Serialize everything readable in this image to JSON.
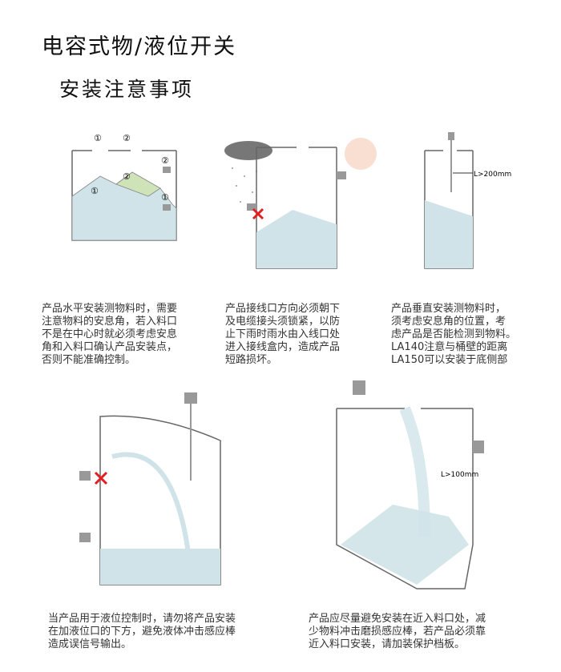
{
  "header": {
    "title": "电容式物/液位开关",
    "subtitle": "安装注意事项"
  },
  "figure1": {
    "marker_1": "①",
    "marker_2": "②",
    "caption": [
      "产品水平安装测物料时，需要",
      "注意物料的安息角，若入料口",
      "不是在中心时就必须考虑安息",
      "角和入料口确认产品安装点，",
      "否则不能准确控制。"
    ]
  },
  "figure2": {
    "caption": [
      "产品接线口方向必须朝下",
      "及电缆接头须锁紧，以防",
      "止下雨时雨水由入线口处",
      "进入接线盒内，造成产品",
      "短路损坏。"
    ]
  },
  "figure3": {
    "distance_label": "L>200mm",
    "caption": [
      "产品垂直安装测物料时，",
      "须考虑安息角的位置，考",
      "虑产品是否能检测到物料。",
      "LA140注意与桶壁的距离",
      "LA150可以安装于底侧部"
    ]
  },
  "figure4": {
    "caption": [
      "当产品用于液位控制时，请勿将产品安装",
      "在加液位口的下方，避免液体冲击感应棒",
      "造成误信号输出。"
    ]
  },
  "figure5": {
    "distance_label": "L>100mm",
    "caption": [
      "产品应尽量避免安装在近入料口处，减",
      "少物料冲击磨损感应棒，若产品必须靠",
      "近入料口安装，请加装保护档板。"
    ]
  },
  "colors": {
    "outline": "#666666",
    "material_blue": "#cfe3e8",
    "material_green": "#cfe3b8",
    "cross": "#e02020"
  }
}
